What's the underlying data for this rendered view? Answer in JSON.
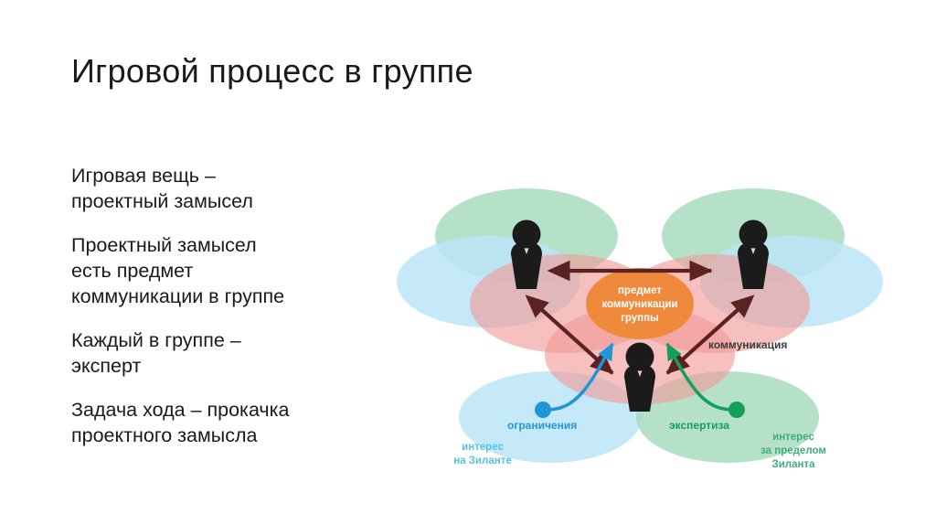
{
  "slide": {
    "title": "Игровой процесс в группе",
    "background_color": "#ffffff",
    "bullets": [
      "Игровая вещь –\nпроектный замысел",
      "Проектный замысел\nесть предмет\nкоммуникации в группе",
      "Каждый в группе –\nэксперт",
      "Задача хода – прокачка\nпроектного замысла"
    ]
  },
  "diagram": {
    "center_oval": {
      "line1": "предмет",
      "line2": "коммуникации",
      "line3": "группы",
      "fill": "#ef8a3c",
      "text_color": "#ffffff"
    },
    "labels": {
      "communication": "коммуникация",
      "constraints": "ограничения",
      "expertise": "экспертиза",
      "interest_inside": "интерес\nна Зиланте",
      "interest_outside": "интерес\nза пределом\nЗиланта"
    },
    "colors": {
      "green_ellipse": "#a9dcc0",
      "blue_ellipse": "#bce5f7",
      "pink_ellipse": "#f6b9b6",
      "orange_oval": "#ef8a3c",
      "arrow_dark": "#5c2222",
      "arrow_blue": "#2196d6",
      "arrow_green": "#13a05c",
      "person": "#1b1b1b",
      "communication_label": "#3b3b3b",
      "constraints_label": "#2196d6",
      "expertise_label": "#13a05c",
      "interest_inside_label": "#54c2e8",
      "interest_outside_label": "#3fae7a"
    },
    "people_count": 3,
    "arrows": [
      {
        "name": "person-left-to-person-right",
        "style": "double-headed-straight",
        "color": "#5c2222"
      },
      {
        "name": "person-left-to-person-bottom",
        "style": "double-headed-straight",
        "color": "#5c2222"
      },
      {
        "name": "person-right-to-person-bottom",
        "style": "double-headed-straight",
        "color": "#5c2222"
      },
      {
        "name": "constraints-to-subject",
        "style": "curved-single-headed",
        "color": "#2196d6"
      },
      {
        "name": "expertise-to-subject",
        "style": "curved-single-headed",
        "color": "#13a05c"
      }
    ]
  }
}
